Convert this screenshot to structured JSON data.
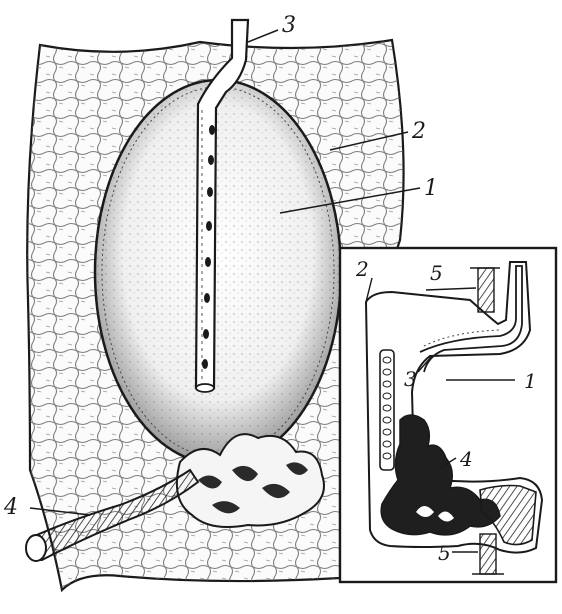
{
  "main_figure": {
    "labels": {
      "l1": "1",
      "l2": "2",
      "l3": "3",
      "l4": "4"
    }
  },
  "inset": {
    "labels": {
      "l1": "1",
      "l2": "2",
      "l3": "3",
      "l4": "4",
      "l5_top": "5",
      "l5_bottom": "5"
    }
  }
}
